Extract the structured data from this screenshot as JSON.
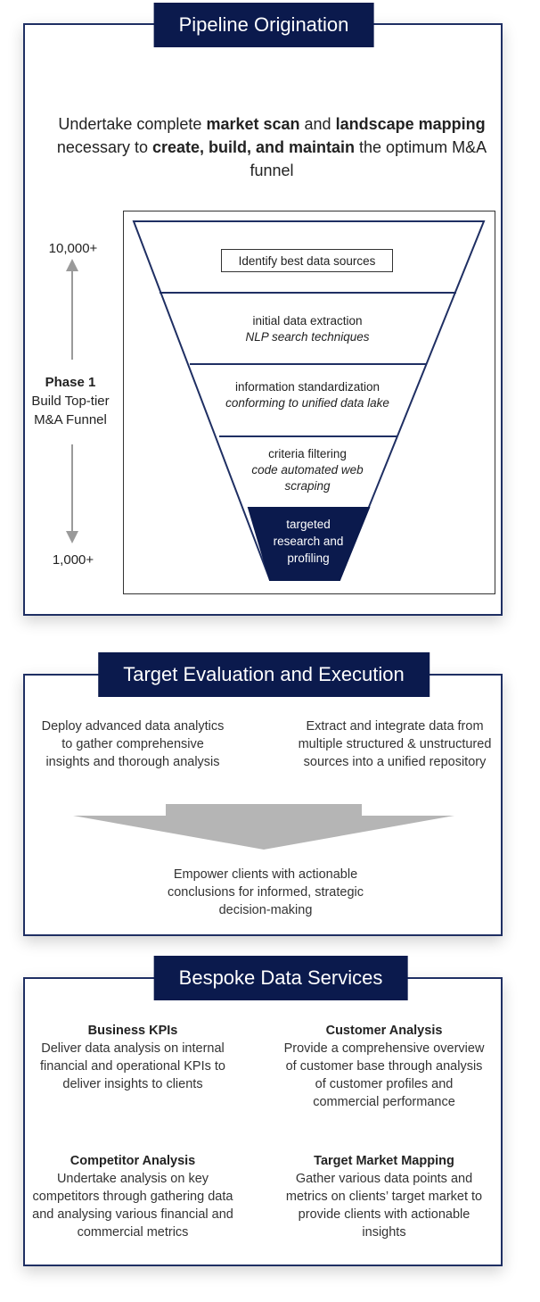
{
  "pipeline": {
    "title": "Pipeline Origination",
    "intro": {
      "t1": "Undertake complete ",
      "b1": "market scan",
      "t2": " and ",
      "b2": "landscape mapping",
      "t3": " necessary to ",
      "b3": "create, build, and maintain",
      "t4": " the optimum M&A funnel"
    },
    "top_count": "10,000+",
    "bottom_count": "1,000+",
    "phase_label": "Phase 1",
    "phase_line1": "Build Top-tier",
    "phase_line2": "M&A Funnel",
    "stages": [
      {
        "title": "Identify best data sources",
        "sub": ""
      },
      {
        "title": "initial data extraction",
        "sub": "NLP search techniques"
      },
      {
        "title": "information standardization",
        "sub": "conforming to unified data lake"
      },
      {
        "title": "criteria filtering",
        "sub": "code automated web scraping"
      },
      {
        "title": "targeted research and profiling",
        "sub": ""
      }
    ],
    "colors": {
      "navy": "#0b1a4d",
      "funnel_stroke": "#1f2f63",
      "arrow_gray": "#9a9a9a"
    }
  },
  "target": {
    "title": "Target Evaluation and Execution",
    "left": "Deploy advanced data analytics to gather comprehensive insights and thorough analysis",
    "right": "Extract and integrate data from multiple structured & unstructured sources into a unified repository",
    "bottom": "Empower clients with actionable conclusions for informed, strategic decision-making",
    "arrow_color": "#b5b5b5"
  },
  "bespoke": {
    "title": "Bespoke Data Services",
    "items": [
      {
        "heading": "Business KPIs",
        "body": "Deliver data analysis on internal financial and operational KPIs to deliver insights to clients"
      },
      {
        "heading": "Customer Analysis",
        "body": "Provide a comprehensive overview of customer base through analysis of customer profiles and commercial performance"
      },
      {
        "heading": "Competitor Analysis",
        "body": "Undertake analysis on key competitors through gathering data and analysing various financial and commercial metrics"
      },
      {
        "heading": "Target Market Mapping",
        "body": "Gather various data points and metrics on clients’ target market to provide clients with actionable insights"
      }
    ]
  }
}
